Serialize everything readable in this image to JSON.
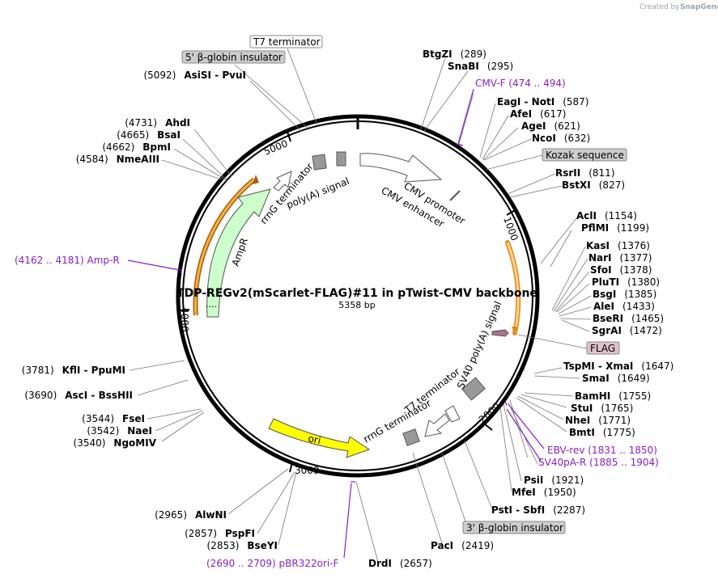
{
  "watermark": {
    "prefix": "Created by",
    "brand": "SnapGene"
  },
  "plasmid": {
    "name": "TDP-REGv2(mScarlet-FLAG)#11 in pTwist-CMV backbone",
    "size_label": "5358 bp"
  },
  "ring_ticks": [
    "1000",
    "2000",
    "3000",
    "4000",
    "5000"
  ],
  "feature_labels": {
    "t7_top": "T7 terminator",
    "beta_top": "5' β-globin insulator",
    "kozak": "Kozak sequence",
    "flag": "FLAG",
    "beta_bottom": "3' β-globin insulator",
    "cmv_promoter": "CMV promoter",
    "cmv_enhancer": "CMV enhancer",
    "rrng_top": "rrnG terminator",
    "polya_top": "poly(A) signal",
    "ampr": "AmpR",
    "sv40": "SV40 poly(A) signal",
    "t7_inner": "T7 terminator",
    "rrng_inner": "rrnG terminator",
    "ori": "ori"
  },
  "enzymes": {
    "btgzi": {
      "name": "BtgZI",
      "pos": "(289)"
    },
    "snabi": {
      "name": "SnaBI",
      "pos": "(295)"
    },
    "eagi": {
      "name": "EagI  -  NotI",
      "pos": "(587)"
    },
    "afei": {
      "name": "AfeI",
      "pos": "(617)"
    },
    "agei": {
      "name": "AgeI",
      "pos": "(621)"
    },
    "ncoi": {
      "name": "NcoI",
      "pos": "(632)"
    },
    "rsrii": {
      "name": "RsrII",
      "pos": "(811)"
    },
    "bstxi": {
      "name": "BstXI",
      "pos": "(827)"
    },
    "acli": {
      "name": "AclI",
      "pos": "(1154)"
    },
    "pflmi": {
      "name": "PflMI",
      "pos": "(1199)"
    },
    "kasi": {
      "name": "KasI",
      "pos": "(1376)"
    },
    "nari": {
      "name": "NarI",
      "pos": "(1377)"
    },
    "sfoi": {
      "name": "SfoI",
      "pos": "(1378)"
    },
    "pluti": {
      "name": "PluTI",
      "pos": "(1380)"
    },
    "bsgi": {
      "name": "BsgI",
      "pos": "(1385)"
    },
    "alei": {
      "name": "AleI",
      "pos": "(1433)"
    },
    "beseri": {
      "name": "BseRI",
      "pos": "(1465)"
    },
    "sgrai": {
      "name": "SgrAI",
      "pos": "(1472)"
    },
    "tspmi": {
      "name": "TspMI  -  XmaI",
      "pos": "(1647)"
    },
    "smai": {
      "name": "SmaI",
      "pos": "(1649)"
    },
    "bamhi": {
      "name": "BamHI",
      "pos": "(1755)"
    },
    "stui": {
      "name": "StuI",
      "pos": "(1765)"
    },
    "nhei": {
      "name": "NheI",
      "pos": "(1771)"
    },
    "bmti": {
      "name": "BmtI",
      "pos": "(1775)"
    },
    "psii": {
      "name": "PsiI",
      "pos": "(1921)"
    },
    "mfei": {
      "name": "MfeI",
      "pos": "(1950)"
    },
    "psti": {
      "name": "PstI  -  SbfI",
      "pos": "(2287)"
    },
    "paci": {
      "name": "PacI",
      "pos": "(2419)"
    },
    "drdi": {
      "name": "DrdI",
      "pos": "(2657)"
    },
    "alwni": {
      "name": "AlwNI",
      "pos": "(2965)"
    },
    "pspfi": {
      "name": "PspFI",
      "pos": "(2857)"
    },
    "bseyi": {
      "name": "BseYI",
      "pos": "(2853)"
    },
    "ngomiv": {
      "name": "NgoMIV",
      "pos": "(3540)"
    },
    "naei": {
      "name": "NaeI",
      "pos": "(3542)"
    },
    "fsei": {
      "name": "FseI",
      "pos": "(3544)"
    },
    "asci": {
      "name": "AscI  -  BssHII",
      "pos": "(3690)"
    },
    "kfli": {
      "name": "KflI  -  PpuMI",
      "pos": "(3781)"
    },
    "nmeaiii": {
      "name": "NmeAIII",
      "pos": "(4584)"
    },
    "bpmi": {
      "name": "BpmI",
      "pos": "(4662)"
    },
    "bsai": {
      "name": "BsaI",
      "pos": "(4665)"
    },
    "ahdi": {
      "name": "AhdI",
      "pos": "(4731)"
    },
    "asisi": {
      "name": "AsiSI  -  PvuI",
      "pos": "(5092)"
    }
  },
  "primers": {
    "cmvf": "CMV-F   (474 .. 494)",
    "ampr": "(4162 .. 4181)  Amp-R",
    "ebvrev": "EBV-rev   (1831 .. 1850)",
    "sv40par": "SV40pA-R   (1885 .. 1904)",
    "pbr322": "(2690 .. 2709)  pBR322ori-F"
  },
  "colors": {
    "ring": "#000000",
    "orange": "#f0a030",
    "ampr_fill": "#ccffcc",
    "ori_fill": "#ffff00",
    "terminator_fill": "#999999",
    "primer": "#8b1ec4",
    "flag_fill": "#e0c0cc",
    "label_box": "#cccccc"
  }
}
